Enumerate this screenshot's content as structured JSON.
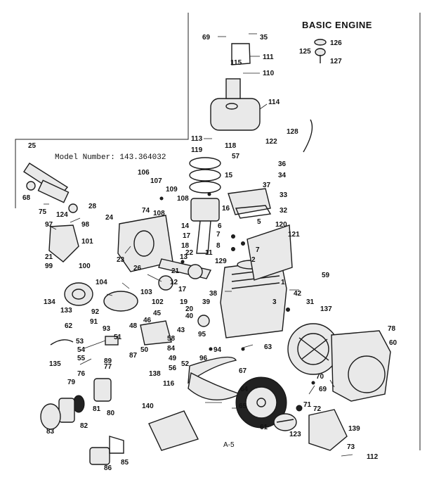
{
  "title": "BASIC ENGINE",
  "model_number": "Model Number: 143.364032",
  "page_ref": "A-5",
  "callouts": {
    "c25": "25",
    "c68": "68",
    "c75": "75",
    "c124": "124",
    "c28": "28",
    "c24": "24",
    "c97": "97",
    "c98": "98",
    "c101": "101",
    "c21a": "21",
    "c99": "99",
    "c100": "100",
    "c23": "23",
    "c26": "26",
    "c106": "106",
    "c107": "107",
    "c74": "74",
    "c108a": "108",
    "c109": "109",
    "c108b": "108",
    "c69": "69",
    "c35": "35",
    "c111": "111",
    "c115": "115",
    "c110": "110",
    "c114": "114",
    "c113": "113",
    "c119": "119",
    "c118": "118",
    "c57": "57",
    "c122": "122",
    "c36": "36",
    "c34": "34",
    "c15": "15",
    "c37": "37",
    "c33": "33",
    "c32": "32",
    "c16": "16",
    "c14": "14",
    "c17": "17",
    "c18": "18",
    "c22": "22",
    "c13": "13",
    "c11": "11",
    "c6": "6",
    "c5": "5",
    "c7a": "7",
    "c8": "8",
    "c7b": "7",
    "c120": "120",
    "c121": "121",
    "c129": "129",
    "c2": "2",
    "c1": "1",
    "c59a": "59",
    "c21b": "21",
    "c12": "12",
    "c42": "42",
    "c134": "134",
    "c104": "104",
    "c133": "133",
    "c103": "103",
    "c17b": "17",
    "c102": "102",
    "c19": "19",
    "c39": "39",
    "c38": "38",
    "c20": "20",
    "c40": "40",
    "c3": "3",
    "c31": "31",
    "c137": "137",
    "c92": "92",
    "c91": "91",
    "c93": "93",
    "c45": "45",
    "c46": "46",
    "c48": "48",
    "c43": "43",
    "c62": "62",
    "c135": "135",
    "c53": "53",
    "c54": "54",
    "c55": "55",
    "c51": "51",
    "c87": "87",
    "c50": "50",
    "c58": "58",
    "c84": "84",
    "c95": "95",
    "c96": "96",
    "c94": "94",
    "c52": "52",
    "c63": "63",
    "c67": "67",
    "c49": "49",
    "c56": "56",
    "c78": "78",
    "c60": "60",
    "c70": "70",
    "c76": "76",
    "c89": "89",
    "c77": "77",
    "c138": "138",
    "c116": "116",
    "c79": "79",
    "c64": "64",
    "c81": "81",
    "c80": "80",
    "c69b": "69",
    "c65": "65",
    "c71": "71",
    "c72": "72",
    "c61": "61",
    "c123": "123",
    "c139": "139",
    "c83": "83",
    "c82": "82",
    "c140": "140",
    "c73": "73",
    "c112": "112",
    "c86": "86",
    "c85": "85",
    "c126": "126",
    "c125": "125",
    "c127": "127",
    "c128": "128"
  }
}
